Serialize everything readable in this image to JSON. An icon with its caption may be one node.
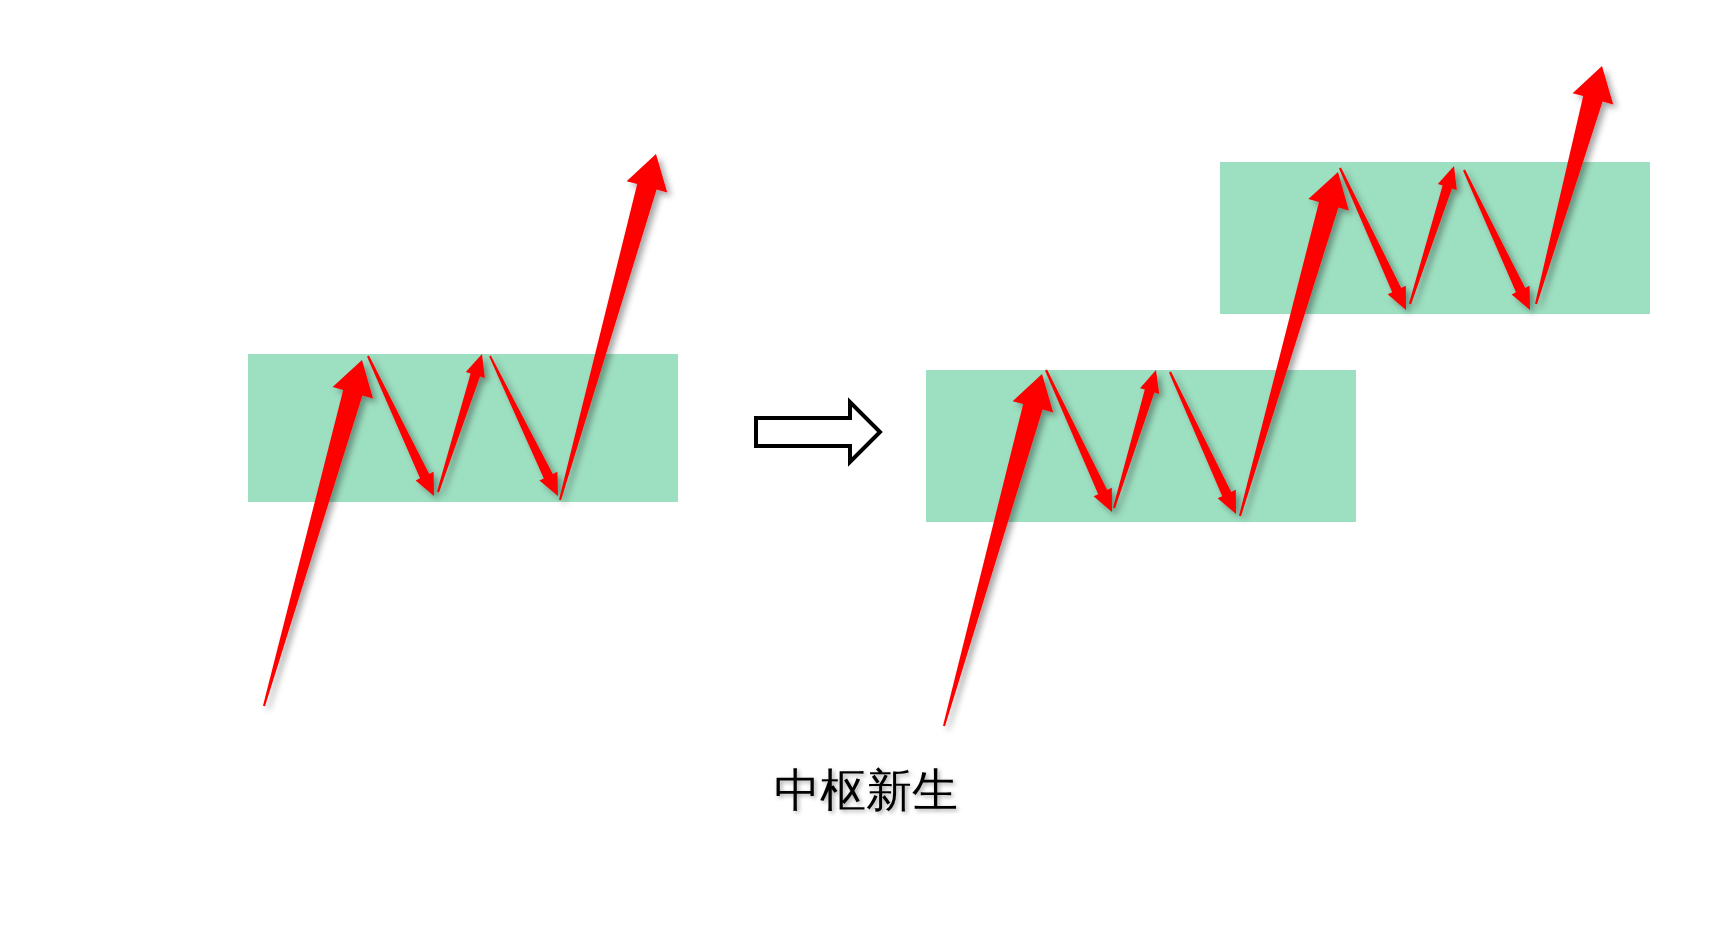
{
  "diagram": {
    "caption": "中枢新生",
    "nodes": [
      {
        "text": [],
        "shape": "picture"
      },
      {
        "text": [],
        "shape": "picture"
      }
    ],
    "edges": [
      {
        "from": 0,
        "to": 1,
        "arrow": "to"
      }
    ]
  }
}
